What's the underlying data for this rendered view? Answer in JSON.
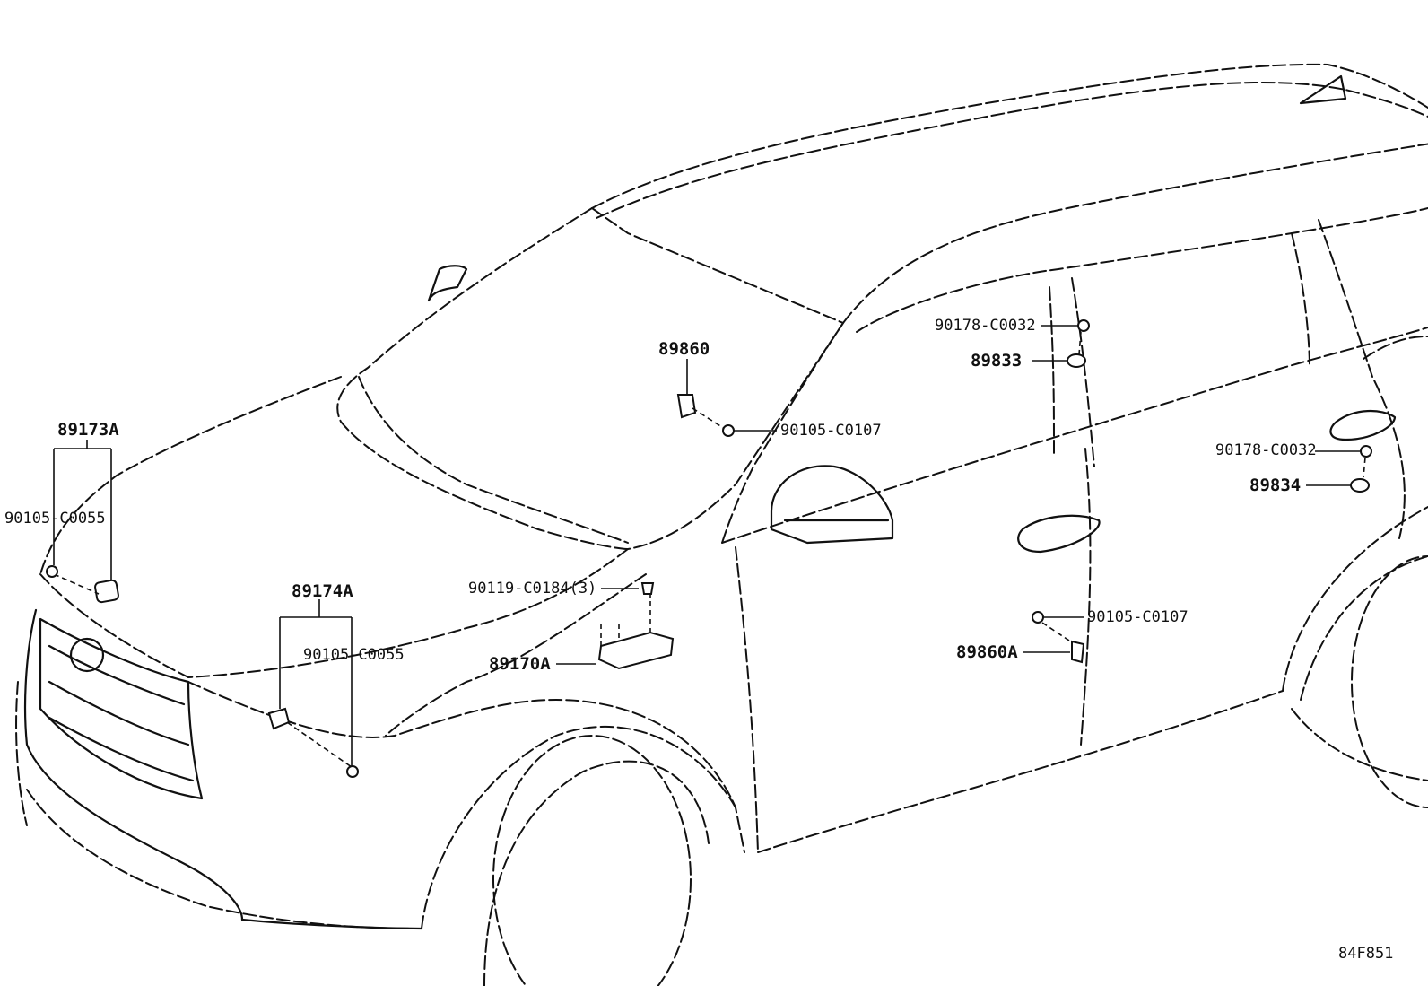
{
  "labels": {
    "p89173A": "89173A",
    "p90105_C0055_a": "90105-C0055",
    "p89174A": "89174A",
    "p90105_C0055_b": "90105-C0055",
    "p89860": "89860",
    "p90105_C0107_a": "90105-C0107",
    "p90119_C0184": "90119-C0184(3)",
    "p89170A": "89170A",
    "p90178_C0032_a": "90178-C0032",
    "p89833": "89833",
    "p90178_C0032_b": "90178-C0032",
    "p89834": "89834",
    "p90105_C0107_b": "90105-C0107",
    "p89860A": "89860A"
  },
  "diagram_code": "84F851"
}
